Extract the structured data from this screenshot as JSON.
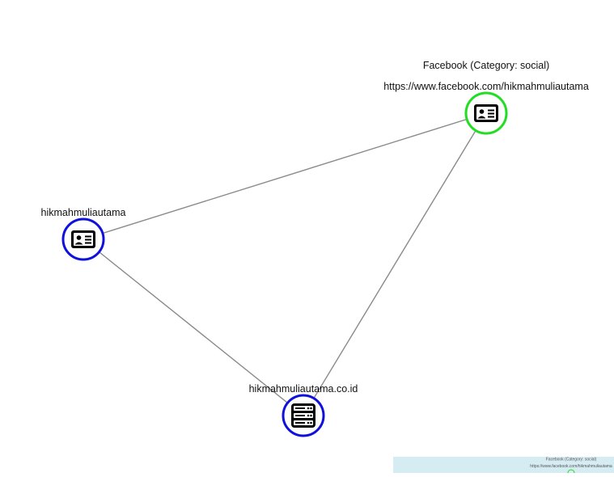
{
  "graph": {
    "nodes": [
      {
        "id": "facebook",
        "labels": [
          "Facebook (Category: social)",
          "https://www.facebook.com/hikmahmuliautama"
        ],
        "icon": "id-card-icon",
        "ring_color": "#22dd22"
      },
      {
        "id": "username",
        "labels": [
          "hikmahmuliautama"
        ],
        "icon": "id-card-icon",
        "ring_color": "#1010dd"
      },
      {
        "id": "domain",
        "labels": [
          "hikmahmuliautama.co.id"
        ],
        "icon": "server-icon",
        "ring_color": "#1010dd"
      }
    ],
    "edges": [
      [
        "username",
        "facebook"
      ],
      [
        "username",
        "domain"
      ],
      [
        "domain",
        "facebook"
      ]
    ],
    "edge_color": "#8a8a8a"
  },
  "minimap": {
    "background": "#d6ecf3",
    "labels": [
      "Facebook (Category: social)",
      "https://www.facebook.com/hikmahmuliautama"
    ]
  }
}
